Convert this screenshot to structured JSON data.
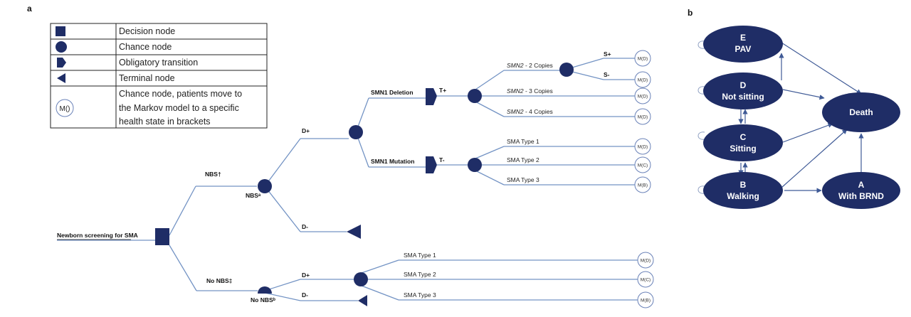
{
  "panel_a": {
    "letter": "a",
    "legend": [
      {
        "icon": "square-icon",
        "label": "Decision node"
      },
      {
        "icon": "circle-icon",
        "label": "Chance node"
      },
      {
        "icon": "obligatory-transition-icon",
        "label": "Obligatory transition"
      },
      {
        "icon": "terminal-triangle-icon",
        "label": "Terminal node"
      },
      {
        "icon": "markov-circle-icon",
        "label_lines": [
          "Chance node, patients move to",
          "the Markov model to a specific",
          "health state in brackets"
        ],
        "icon_text": "M()"
      }
    ],
    "tree": {
      "root": "Newborn screening for SMA",
      "nbs": "NBS†",
      "nbs_node": "NBSᵃ",
      "no_nbs": "No NBS‡",
      "no_nbs_node": "No NBSᵇ",
      "d_plus": "D+",
      "d_minus": "D-",
      "smn1_deletion": "SMN1 Deletion",
      "smn1_mutation": "SMN1 Mutation",
      "t_plus": "T+",
      "t_minus": "T-",
      "s_plus": "S+",
      "s_minus": "S-",
      "smn2_gene": "SMN2",
      "smn2_2": " - 2 Copies",
      "smn2_3": " - 3 Copies",
      "smn2_4": " - 4 Copies",
      "sma_type_1": "SMA Type 1",
      "sma_type_2": "SMA Type 2",
      "sma_type_3": "SMA Type 3",
      "md": "M(D)",
      "mc": "M(C)",
      "mb": "M(B)"
    }
  },
  "panel_b": {
    "letter": "b",
    "states": {
      "e": {
        "code": "E",
        "name": "PAV"
      },
      "d": {
        "code": "D",
        "name": "Not sitting"
      },
      "c": {
        "code": "C",
        "name": "Sitting"
      },
      "b": {
        "code": "B",
        "name": "Walking"
      },
      "a": {
        "code": "A",
        "name": "With BRND"
      },
      "death": {
        "name": "Death"
      }
    }
  },
  "colors": {
    "node": "#1f2d66",
    "branch": "#7393c4",
    "arrow": "#3f5a96"
  }
}
